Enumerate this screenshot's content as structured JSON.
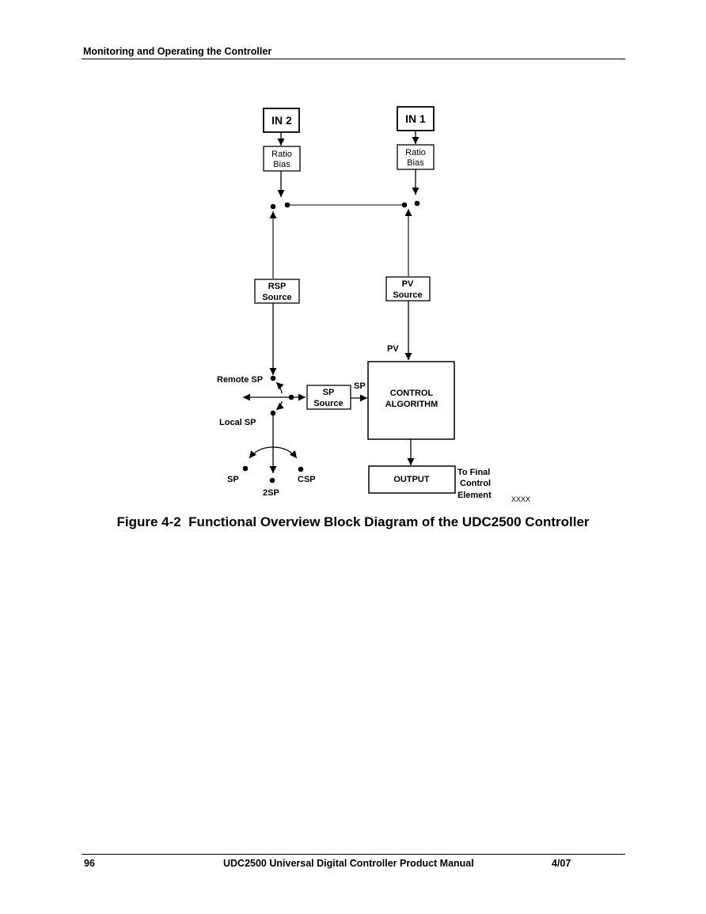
{
  "header": {
    "section_title": "Monitoring and Operating the Controller"
  },
  "diagram": {
    "in2": "IN 2",
    "in1": "IN 1",
    "ratio_bias_in2": [
      "Ratio",
      "Bias"
    ],
    "ratio_bias_in1": [
      "Ratio",
      "Bias"
    ],
    "rsp_source": [
      "RSP",
      "Source"
    ],
    "pv_source": [
      "PV",
      "Source"
    ],
    "pv_label": "PV",
    "remote_sp": "Remote SP",
    "local_sp": "Local SP",
    "sp_source": [
      "SP",
      "Source"
    ],
    "sp_label": "SP",
    "control_algorithm": [
      "CONTROL",
      "ALGORITHM"
    ],
    "output": "OUTPUT",
    "to_final_control_element": [
      "To Final",
      "Control",
      "Element"
    ],
    "sp_option": "SP",
    "csp_option": "CSP",
    "twosp_option": "2SP",
    "drawing_id": "XXXX"
  },
  "caption": "Figure 4-2  Functional Overview Block Diagram of the UDC2500 Controller",
  "footer": {
    "page_number": "96",
    "manual_title": "UDC2500 Universal Digital Controller Product Manual",
    "date": "4/07"
  }
}
